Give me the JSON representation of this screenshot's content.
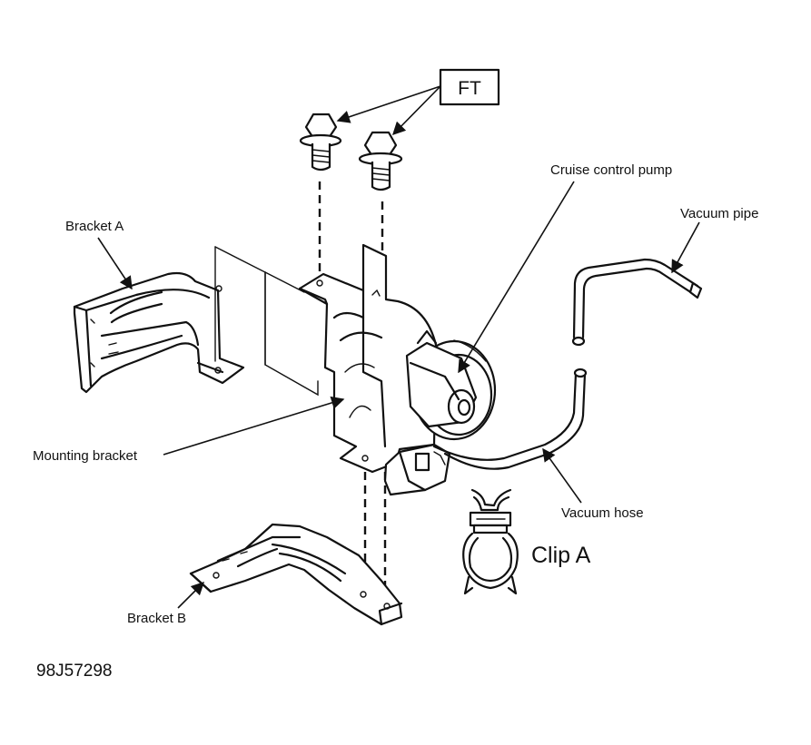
{
  "labels": {
    "ft": "FT",
    "cruise_control_pump": "Cruise control pump",
    "vacuum_pipe": "Vacuum pipe",
    "bracket_a": "Bracket A",
    "mounting_bracket": "Mounting bracket",
    "vacuum_hose": "Vacuum hose",
    "clip_a": "Clip A",
    "bracket_b": "Bracket B",
    "drawing_code": "98J57298"
  },
  "colors": {
    "ink": "#111111",
    "background": "#ffffff"
  }
}
